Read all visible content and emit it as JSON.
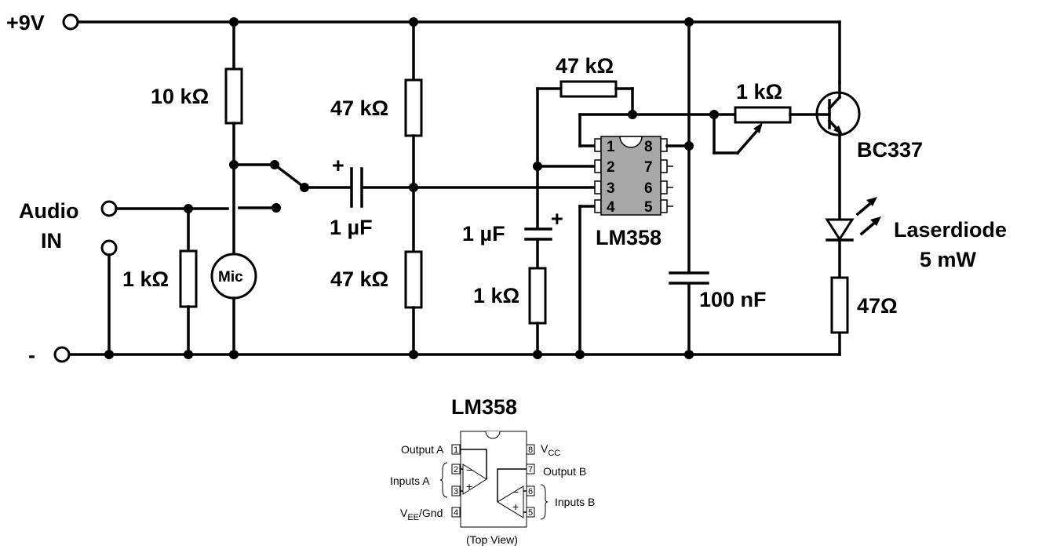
{
  "labels": {
    "supply": "+9V",
    "ground": "-",
    "audio_in": "Audio",
    "audio_in_2": "IN",
    "r_bias_mic": "10 kΩ",
    "r_audio_in": "1 kΩ",
    "mic": "Mic",
    "c_input": "1 µF",
    "c_input_plus": "+",
    "r_div_top": "47 kΩ",
    "r_div_bottom": "47 kΩ",
    "r_feedback": "47 kΩ",
    "c_feedback": "1 µF",
    "c_feedback_plus": "+",
    "r_feedback_gnd": "1 kΩ",
    "ic": "LM358",
    "c_decouple": "100 nF",
    "pot": "1 kΩ",
    "transistor": "BC337",
    "laser": "Laserdiode",
    "laser_power": "5 mW",
    "r_laser": "47Ω"
  },
  "ic_pins_left": [
    "1",
    "2",
    "3",
    "4"
  ],
  "ic_pins_right": [
    "8",
    "7",
    "6",
    "5"
  ],
  "pinout": {
    "title": "LM358",
    "pins_left": [
      "1",
      "2",
      "3",
      "4"
    ],
    "pins_right": [
      "8",
      "7",
      "6",
      "5"
    ],
    "output_a": "Output A",
    "inputs_a": "Inputs A",
    "vee": "V",
    "vee_sub": "EE",
    "vee_suffix": "/Gnd",
    "vcc": "V",
    "vcc_sub": "CC",
    "output_b": "Output B",
    "inputs_b": "Inputs B",
    "minus": "−",
    "plus": "+",
    "view": "(Top View)"
  }
}
